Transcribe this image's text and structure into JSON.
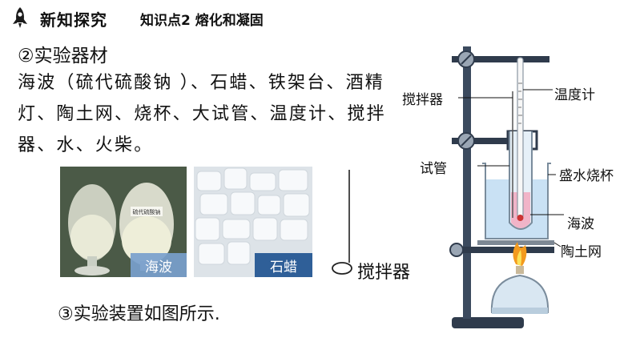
{
  "header": {
    "title": "新知探究",
    "subtitle": "知识点2 熔化和凝固"
  },
  "section_title": "②实验器材",
  "materials_text": "海波（硫代硫酸钠 ）、石蜡、铁架台、酒精灯、陶土网、烧杯、大试管、温度计、搅拌器、水、火柴。",
  "photos": {
    "hypo_caption": "海波",
    "bottle_label": "硫代硫酸钠",
    "paraffin_caption": "石蜡"
  },
  "stirrer_label": "搅拌器",
  "step3_text": "③实验装置如图所示.",
  "apparatus_labels": {
    "stirrer": "搅拌器",
    "thermometer": "温度计",
    "test_tube": "试管",
    "beaker": "盛水烧杯",
    "hypo": "海波",
    "gauze": "陶土网"
  },
  "colors": {
    "stand": "#2f3b4c",
    "water": "#bfdcf2",
    "hypo": "#f2a9c0",
    "flame": "#f39a1e"
  }
}
